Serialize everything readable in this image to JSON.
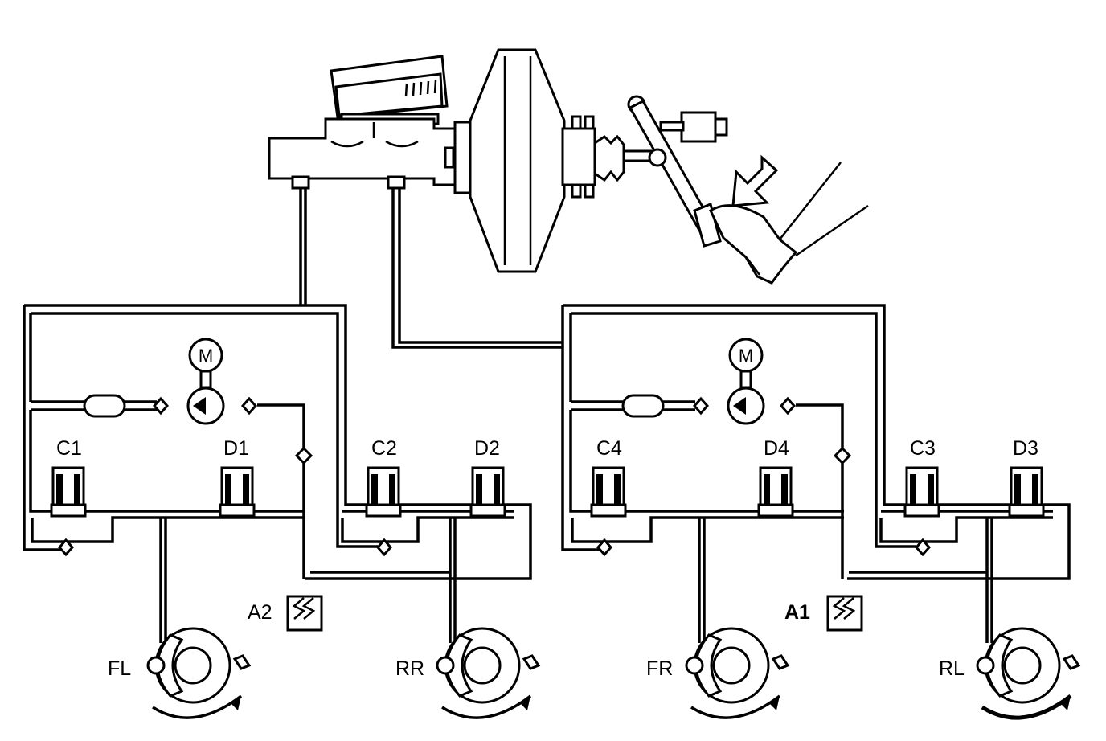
{
  "motors": [
    {
      "label": "M"
    },
    {
      "label": "M"
    }
  ],
  "valves": [
    {
      "label": "C1"
    },
    {
      "label": "D1"
    },
    {
      "label": "C2"
    },
    {
      "label": "D2"
    },
    {
      "label": "C4"
    },
    {
      "label": "D4"
    },
    {
      "label": "C3"
    },
    {
      "label": "D3"
    }
  ],
  "accumulators": [
    {
      "label": "A2"
    },
    {
      "label": "A1"
    }
  ],
  "wheels": [
    {
      "label": "FL"
    },
    {
      "label": "RR"
    },
    {
      "label": "FR"
    },
    {
      "label": "RL"
    }
  ]
}
